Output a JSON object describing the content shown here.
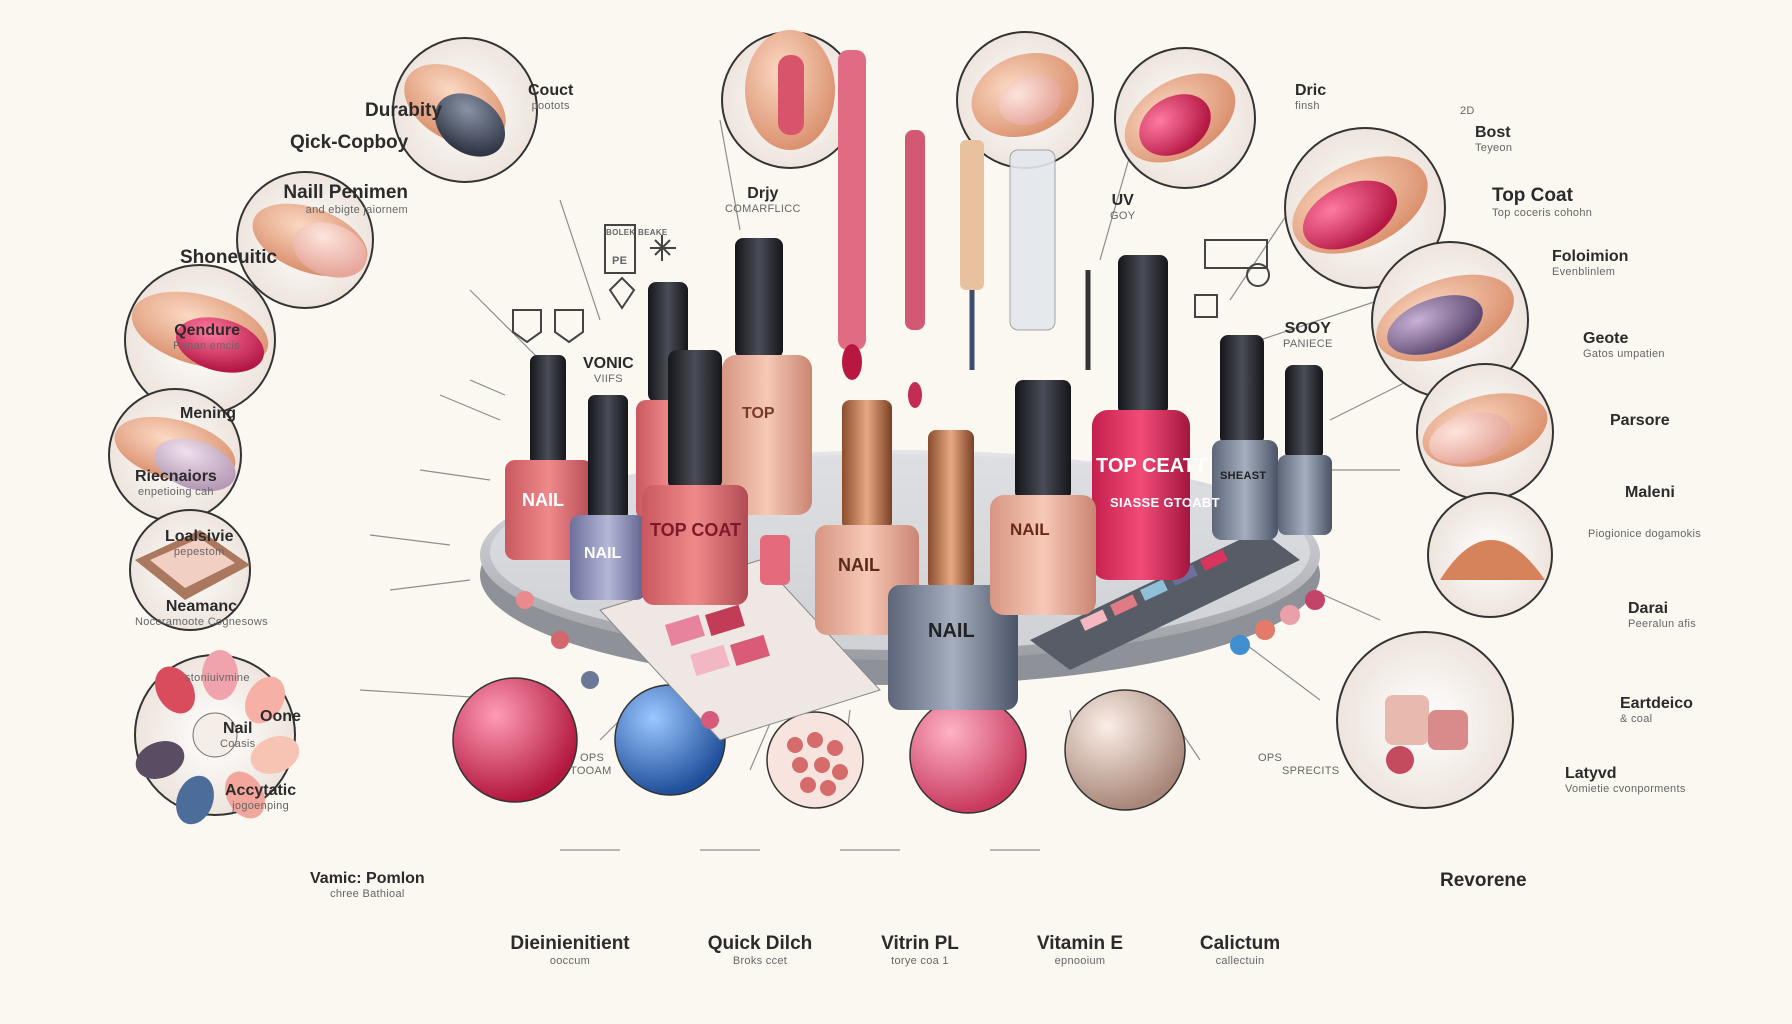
{
  "labels_left": [
    {
      "title": "Durabity",
      "sub": ""
    },
    {
      "title": "Qick-Copboy",
      "sub": ""
    },
    {
      "title": "Naill Penimen",
      "sub": "and ebigte jaiornem"
    },
    {
      "title": "Shoneuitic",
      "sub": ""
    },
    {
      "title": "Qendure",
      "sub": "Panan emcis"
    },
    {
      "title": "Mening",
      "sub": ""
    },
    {
      "title": "Riecnaiors",
      "sub": "enpetioing cah"
    },
    {
      "title": "Loalsivie",
      "sub": "pepestom"
    },
    {
      "title": "Neamanc",
      "sub": "Nocoramoote Cognesows"
    },
    {
      "title": "",
      "sub": "stoniuivmine"
    },
    {
      "title": "Oone",
      "sub": ""
    },
    {
      "title": "Nail",
      "sub": "Coasis"
    },
    {
      "title": "Accytatic",
      "sub": "jogoenping"
    },
    {
      "title": "Vamic: Pomlon",
      "sub": "chree Bathioal"
    }
  ],
  "labels_right": [
    {
      "title": "Dric",
      "sub": "finsh"
    },
    {
      "title": "2D",
      "sub": ""
    },
    {
      "title": "Bost",
      "sub": "Teyeon"
    },
    {
      "title": "Top Coat",
      "sub": "Top coceris cohohn"
    },
    {
      "title": "Foloimion",
      "sub": "Evenblinlem"
    },
    {
      "title": "Geote",
      "sub": "Gatos umpatien"
    },
    {
      "title": "Parsore",
      "sub": ""
    },
    {
      "title": "Maleni",
      "sub": ""
    },
    {
      "title": "",
      "sub": "Piogionice dogamokis"
    },
    {
      "title": "Darai",
      "sub": "Peeralun afis"
    },
    {
      "title": "Eartdeico",
      "sub": "& coal"
    },
    {
      "title": "Latyvd",
      "sub": "Vomietie cvonporments"
    },
    {
      "title": "Revorene",
      "sub": ""
    }
  ],
  "labels_top": [
    {
      "title": "Couct",
      "sub": "pootots"
    },
    {
      "title": "Drjy",
      "sub": "COMARFLICC"
    },
    {
      "title": "UV",
      "sub": "GOY"
    },
    {
      "title": "SOOY",
      "sub": "PANIECE"
    },
    {
      "title": "VONIC",
      "sub": "VIIFS"
    }
  ],
  "labels_bottom": [
    {
      "title": "Dieinienitient",
      "sub": "ooccum"
    },
    {
      "title": "Quick Dilch",
      "sub": "Broks ccet"
    },
    {
      "title": "Vitrin PL",
      "sub": "torye coa 1"
    },
    {
      "title": "Vitamin E",
      "sub": "epnooium"
    },
    {
      "title": "Calictum",
      "sub": "callectuin"
    }
  ],
  "bottle_labels": [
    "NAIL",
    "TOP COAT",
    "TOP",
    "TOP CEATT",
    "NAIL",
    "NAIL",
    "NAIL",
    "SIASSE GTOABT",
    "SHEAST",
    "NAIL"
  ],
  "small_tags": [
    "OPS",
    "TOOAM",
    "OPS",
    "SPRECITS",
    "BOLEK BEAKE",
    "PE"
  ],
  "colors": {
    "background": "#fbf8f2",
    "platform": "#cfd0d4",
    "pink": "#d8345e",
    "rose": "#e07b86",
    "nude": "#e9b9a4",
    "navy": "#3e4e6c",
    "cap": "#2a2c33"
  }
}
